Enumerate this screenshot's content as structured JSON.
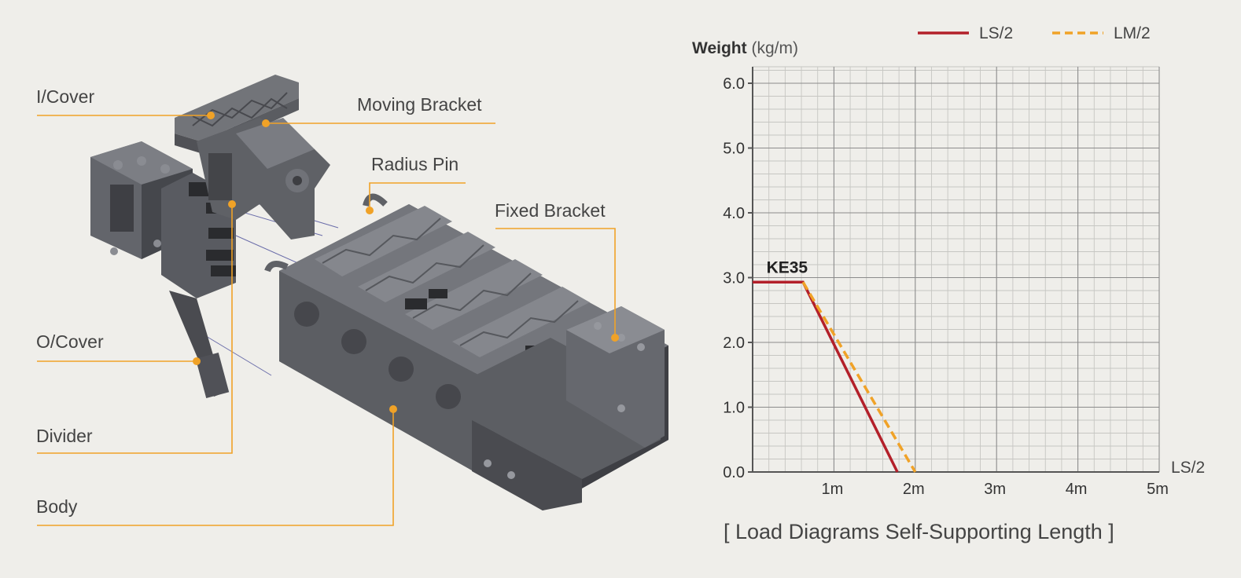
{
  "diagram": {
    "labels": {
      "i_cover": "I/Cover",
      "moving_bracket": "Moving Bracket",
      "radius_pin": "Radius Pin",
      "fixed_bracket": "Fixed Bracket",
      "o_cover": "O/Cover",
      "divider": "Divider",
      "body": "Body"
    },
    "colors": {
      "leader": "#f0a227",
      "part": "#5b5d62",
      "part_dark": "#3f4045",
      "part_light": "#7a7c82"
    }
  },
  "chart_data": {
    "type": "line",
    "title": "[ Load Diagrams Self-Supporting Length ]",
    "ylabel_bold": "Weight",
    "ylabel_unit": "(kg/m)",
    "xlabel": "LS/2",
    "annotation": "KE35",
    "xlim": [
      0,
      5
    ],
    "ylim": [
      0,
      6
    ],
    "x_ticks": [
      1,
      2,
      3,
      4,
      5
    ],
    "x_tick_labels": [
      "1m",
      "2m",
      "3m",
      "4m",
      "5m"
    ],
    "y_ticks": [
      0,
      1,
      2,
      3,
      4,
      5,
      6
    ],
    "y_tick_labels": [
      "0.0",
      "1.0",
      "2.0",
      "3.0",
      "4.0",
      "5.0",
      "6.0"
    ],
    "grid": true,
    "legend_position": "top-right",
    "series": [
      {
        "name": "LS/2",
        "color": "#b3202a",
        "style": "solid",
        "x": [
          0,
          0.62,
          1.78
        ],
        "y": [
          2.93,
          2.93,
          0
        ]
      },
      {
        "name": "LM/2",
        "color": "#f0a227",
        "style": "dashed",
        "x": [
          0.62,
          2.0
        ],
        "y": [
          2.93,
          0
        ]
      }
    ]
  }
}
